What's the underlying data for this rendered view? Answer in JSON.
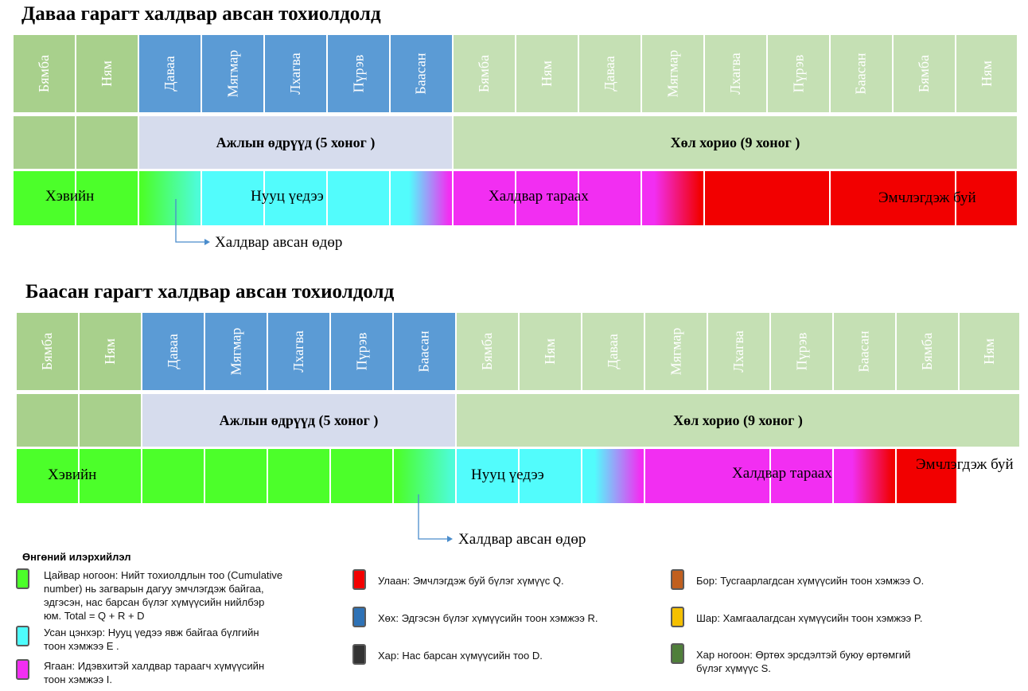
{
  "days": [
    "Бямба",
    "Ням",
    "Даваа",
    "Мягмар",
    "Лхагва",
    "Пүрэв",
    "Баасан",
    "Бямба",
    "Ням",
    "Даваа",
    "Мягмар",
    "Лхагва",
    "Пүрэв",
    "Баасан",
    "Бямба",
    "Ням"
  ],
  "section1": {
    "title": "Даваа гарагт халдвар авсан тохиолдолд",
    "work_label": "Ажлын өдрүүд (5 хоног )",
    "lockdown_label": "Хөл хорио (9 хоног )",
    "state_normal": "Хэвийн",
    "state_latent": "Нууц үедээ",
    "state_infectious": "Халдвар тараах",
    "state_treated": "Эмчлэгдэж буй",
    "infection_day": "Халдвар авсан өдөр"
  },
  "section2": {
    "title": "Баасан гарагт халдвар авсан тохиолдолд",
    "work_label": "Ажлын өдрүүд (5 хоног )",
    "lockdown_label": "Хөл хорио (9 хоног )",
    "state_normal": "Хэвийн",
    "state_latent": "Нууц үедээ",
    "state_infectious": "Халдвар тараах",
    "state_treated": "Эмчлэгдэж буй",
    "infection_day": "Халдвар авсан өдөр"
  },
  "legend": {
    "title": "Өнгөний илэрхийлэл",
    "items": [
      {
        "color": "#4cff2a",
        "l1": "Цайвар ногоон: Нийт тохиолдлын тоо (Cumulative",
        "l2": "number) нь загварын дагуу эмчлэгдэж байгаа,",
        "l3": "эдгэсэн, нас барсан бүлэг хүмүүсийн нийлбэр",
        "l4": "юм. Total = Q + R + D"
      },
      {
        "color": "#4dfcfc",
        "l1": "Усан цэнхэр: Нууц үедээ явж байгаа бүлгийн",
        "l2": "тоон хэмжээ E ."
      },
      {
        "color": "#f22ef2",
        "l1": "Ягаан: Идэвхитэй халдвар тараагч хүмүүсийн",
        "l2": "тоон хэмжээ I."
      },
      {
        "color": "#f20000",
        "l1": "Улаан: Эмчлэгдэж буй бүлэг хүмүүс Q."
      },
      {
        "color": "#2e72b6",
        "l1": "Хөх: Эдгэсэн бүлэг хүмүүсийн тоон хэмжээ R."
      },
      {
        "color": "#333333",
        "l1": "Хар: Нас барсан хүмүүсийн тоо D."
      },
      {
        "color": "#c15f1e",
        "l1": "Бор: Тусгаарлагдсан хүмүүсийн тоон хэмжээ O."
      },
      {
        "color": "#f5c000",
        "l1": "Шар: Хамгаалагдсан хүмүүсийн тоон хэмжээ P."
      },
      {
        "color": "#4f7f3a",
        "l1": "Хар ногоон: Өртөх эрсдэлтэй буюу өртөмгий",
        "l2": "бүлэг хүмүүс  S."
      }
    ]
  }
}
